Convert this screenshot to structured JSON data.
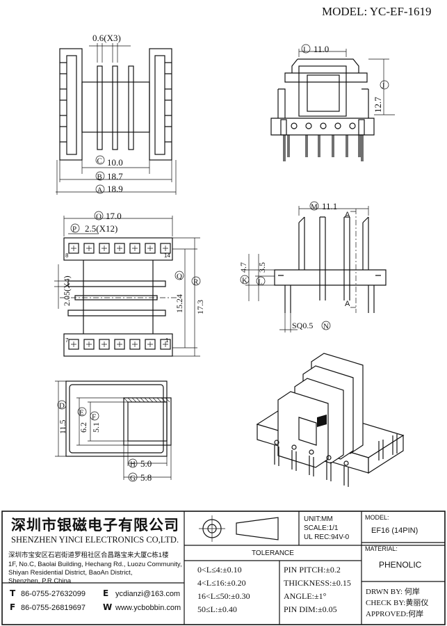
{
  "header": {
    "model": "MODEL: YC-EF-1619"
  },
  "top_left": {
    "pitch": "0.6(X3)",
    "c_dim": "10.0",
    "b_dim": "18.7",
    "a_dim": "18.9",
    "c_letter": "C",
    "b_letter": "B",
    "a_letter": "A"
  },
  "top_right": {
    "i_dim": "11.0",
    "i_letter": "I",
    "height": "12.7",
    "j_letter": "J"
  },
  "mid_left": {
    "o_dim": "17.0",
    "o_letter": "O",
    "p_dim": "2.5(X12)",
    "p_letter": "P",
    "side_dim": "2.05(X4)",
    "q_dim": "15.24",
    "q_letter": "Q",
    "r_dim": "17.3",
    "r_letter": "R",
    "pin_8": "8",
    "pin_14": "14",
    "pin_7": "7",
    "pin_1": "1"
  },
  "mid_right": {
    "m_dim": "11.1",
    "m_letter": "M",
    "k_dim": "4.7",
    "k_letter": "K",
    "l_dim": "3.5",
    "l_letter": "L",
    "sq": "SQ0.5",
    "n_letter": "N",
    "section": "A"
  },
  "bottom_left": {
    "d_dim": "11.5",
    "d_letter": "D",
    "e_dim": "6.2",
    "e_letter": "E",
    "f_dim": "5.1",
    "f_letter": "F",
    "h_dim": "5.0",
    "h_letter": "H",
    "g_dim": "5.8",
    "g_letter": "G"
  },
  "title_block": {
    "company_cn": "深圳市银磁电子有限公司",
    "company_en": "SHENZHEN YINCI ELECTRONICS CO,LTD.",
    "address_cn": "深圳市宝安区石岩街道罗租社区合昌路宝来大厦C栋1楼",
    "address_en_1": "1F, No.C, Baolai Building, Hechang Rd., Luozu Community,",
    "address_en_2": "Shiyan Residential District, BaoAn District,",
    "address_en_3": "Shenzhen, P.R.China",
    "tel_label": "T",
    "tel": "86-0755-27632099",
    "fax_label": "F",
    "fax": "86-0755-26819697",
    "email_label": "E",
    "email": "ycdianzi@163.com",
    "web_label": "W",
    "web": "www.ycbobbin.com",
    "unit": "UNIT:MM",
    "scale": "SCALE:1/1",
    "ul_rec": "UL REC:94V-0",
    "model_label": "MODEL:",
    "model_value": "EF16 (14PIN)",
    "material_label": "MATERIAL:",
    "material_value": "PHENOLIC",
    "tolerance_label": "TOLERANCE",
    "tol_1": "0<L≤4:±0.10",
    "tol_2": "4<L≤16:±0.20",
    "tol_3": "16<L≤50:±0.30",
    "tol_4": "50≤L:±0.40",
    "pin_pitch": "PIN PITCH:±0.2",
    "thickness": "THICKNESS:±0.15",
    "angle": "ANGLE:±1°",
    "pin_dim": "PIN DIM:±0.05",
    "drwn_by": "DRWN BY: 何岸",
    "check_by": "CHECK BY:黄丽仪",
    "approved": "APPROVED:何岸"
  }
}
